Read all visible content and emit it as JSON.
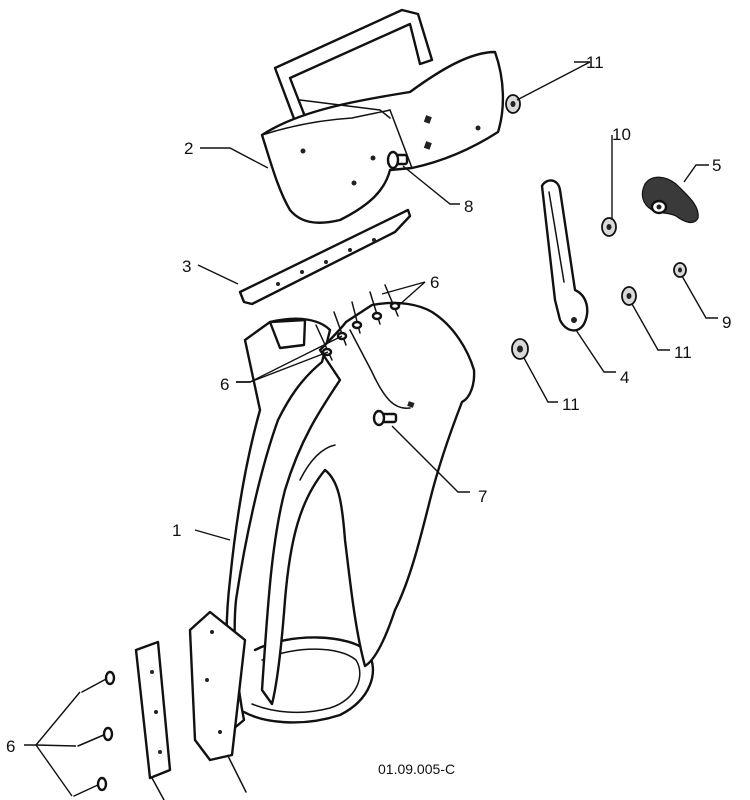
{
  "diagram": {
    "reference_code": "01.09.005-C",
    "callouts": [
      {
        "id": "c1",
        "label": "1"
      },
      {
        "id": "c2",
        "label": "2"
      },
      {
        "id": "c3",
        "label": "3"
      },
      {
        "id": "c4",
        "label": "4"
      },
      {
        "id": "c5",
        "label": "5"
      },
      {
        "id": "c6a",
        "label": "6"
      },
      {
        "id": "c6b",
        "label": "6"
      },
      {
        "id": "c6c",
        "label": "6"
      },
      {
        "id": "c7",
        "label": "7"
      },
      {
        "id": "c8",
        "label": "8"
      },
      {
        "id": "c9",
        "label": "9"
      },
      {
        "id": "c10",
        "label": "10"
      },
      {
        "id": "c11a",
        "label": "11"
      },
      {
        "id": "c11b",
        "label": "11"
      },
      {
        "id": "c11c",
        "label": "11"
      }
    ]
  }
}
